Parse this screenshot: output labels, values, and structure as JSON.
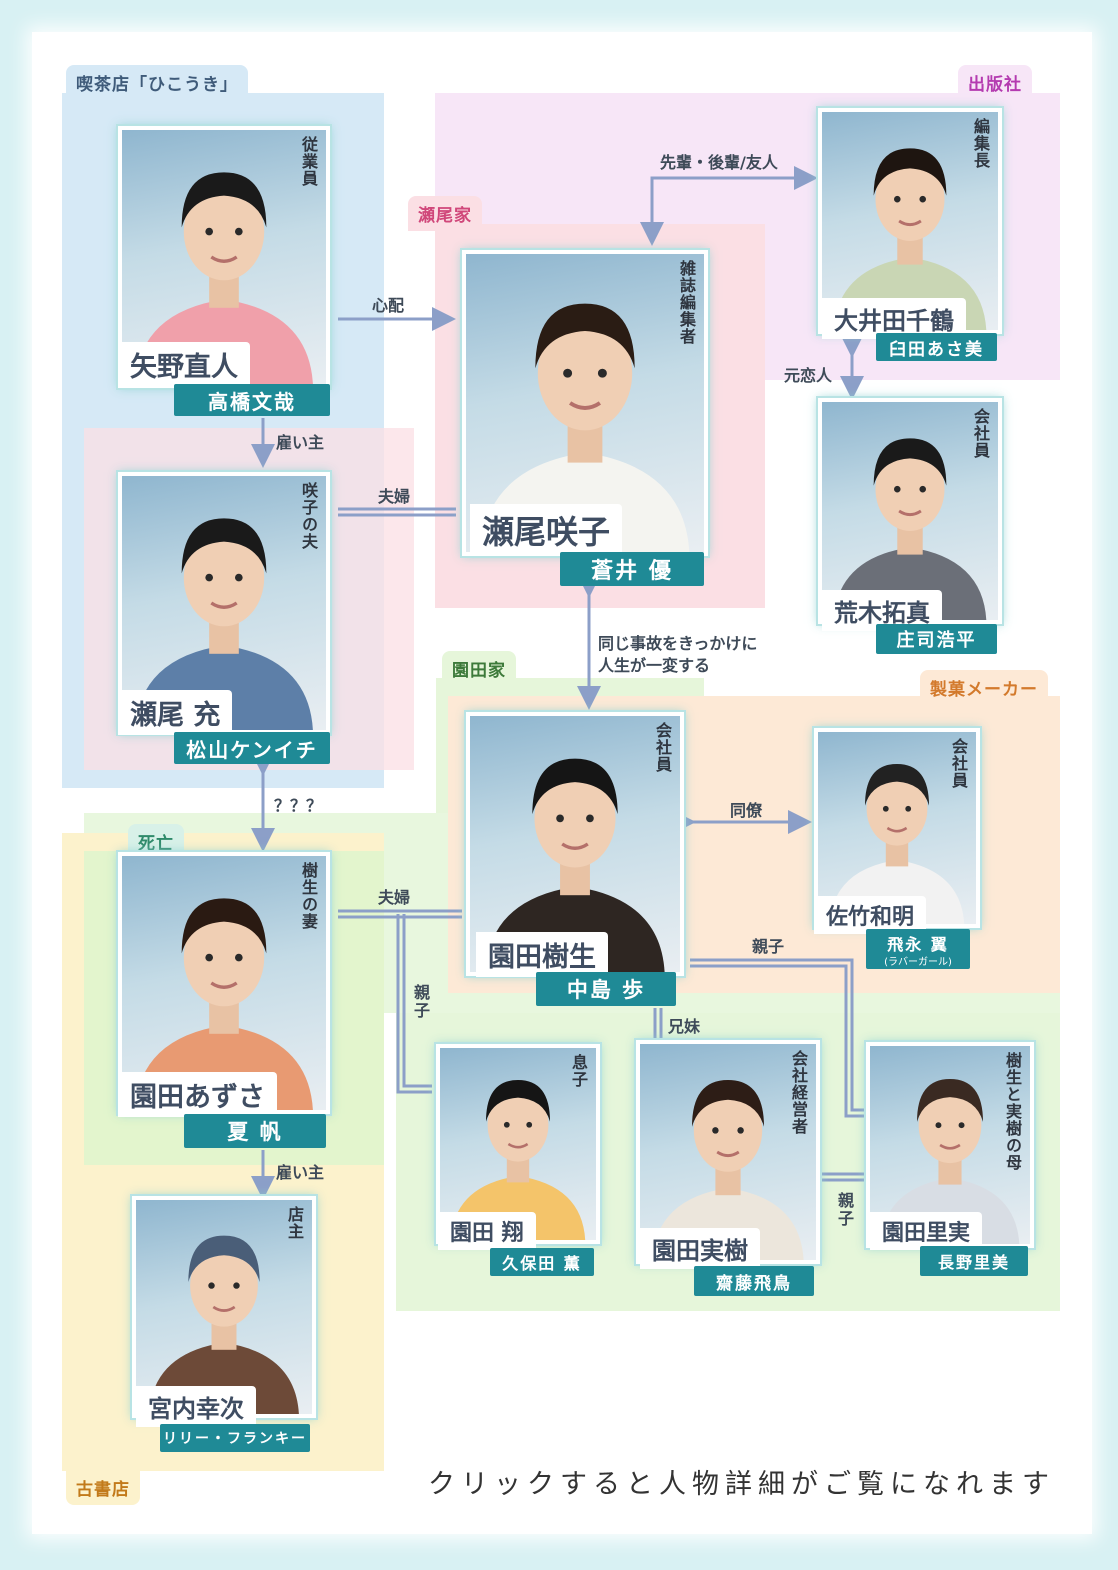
{
  "groups": [
    {
      "id": "kissaten",
      "label": "喫茶店「ひこうき」",
      "fill": "#d4e8f6",
      "label_bg": "#d4e8f6",
      "label_color": "#3f5b7a"
    },
    {
      "id": "shuppansha",
      "label": "出版社",
      "fill": "#f7e4f6",
      "label_bg": "#f7e4f6",
      "label_color": "#b43bb0"
    },
    {
      "id": "seoke",
      "label": "瀬尾家",
      "fill": "#fbdde2",
      "label_bg": "#fbdde2",
      "label_color": "#d0477a"
    },
    {
      "id": "sonodake",
      "label": "園田家",
      "fill": "#e4f6d8",
      "label_bg": "#e4f6d8",
      "label_color": "#3d7a3a"
    },
    {
      "id": "seika",
      "label": "製菓メーカー",
      "fill": "#fde8d4",
      "label_bg": "#fde8d4",
      "label_color": "#d37a2c"
    },
    {
      "id": "shibou",
      "label": "死亡",
      "fill": "#e2f5cc",
      "label_bg": "#d8f1e8",
      "label_color": "#2f8a6a"
    },
    {
      "id": "kosho",
      "label": "古書店",
      "fill": "#fcf2cc",
      "label_bg": "#fcf2cc",
      "label_color": "#c27a1a"
    }
  ],
  "people": [
    {
      "id": "yano",
      "role": "従業員",
      "character": "矢野直人",
      "actor": "高橋文哉",
      "actor_sub": "",
      "shirt": "#f0a0aa",
      "hair": "#1a1a1a"
    },
    {
      "id": "sakiko",
      "role": "雑誌編集者",
      "character": "瀬尾咲子",
      "actor": "蒼井 優",
      "actor_sub": "",
      "shirt": "#f4f4f0",
      "hair": "#2a1c14"
    },
    {
      "id": "ooida",
      "role": "編集長",
      "character": "大井田千鶴",
      "actor": "臼田あさ美",
      "actor_sub": "",
      "shirt": "#c9d6b4",
      "hair": "#1e1510"
    },
    {
      "id": "araki",
      "role": "会社員",
      "character": "荒木拓真",
      "actor": "庄司浩平",
      "actor_sub": "",
      "shirt": "#6b6f78",
      "hair": "#1a1a1a"
    },
    {
      "id": "mitsuru",
      "role": "咲子の夫",
      "character": "瀬尾 充",
      "actor": "松山ケンイチ",
      "actor_sub": "",
      "shirt": "#5d7fa8",
      "hair": "#1a1a1a"
    },
    {
      "id": "itsuki",
      "role": "会社員",
      "character": "園田樹生",
      "actor": "中島 歩",
      "actor_sub": "",
      "shirt": "#2e2622",
      "hair": "#151515"
    },
    {
      "id": "satake",
      "role": "会社員",
      "character": "佐竹和明",
      "actor": "飛永 翼",
      "actor_sub": "(ラバーガール)",
      "shirt": "#f2f2f2",
      "hair": "#222222"
    },
    {
      "id": "azusa",
      "role": "樹生の妻",
      "character": "園田あずさ",
      "actor": "夏 帆",
      "actor_sub": "",
      "shirt": "#e89a72",
      "hair": "#2a1a12"
    },
    {
      "id": "sho",
      "role": "息子",
      "character": "園田 翔",
      "actor": "久保田 薫",
      "actor_sub": "",
      "shirt": "#f4c46a",
      "hair": "#151515"
    },
    {
      "id": "miki",
      "role": "会社経営者",
      "character": "園田実樹",
      "actor": "齋藤飛鳥",
      "actor_sub": "",
      "shirt": "#ece6dc",
      "hair": "#2d1d16"
    },
    {
      "id": "satomi",
      "role": "樹生と実樹の母",
      "character": "園田里実",
      "actor": "長野里美",
      "actor_sub": "",
      "shirt": "#d8dde4",
      "hair": "#3a2a22"
    },
    {
      "id": "miyauchi",
      "role": "店主",
      "character": "宮内幸次",
      "actor": "リリー・フランキー",
      "actor_sub": "",
      "shirt": "#6d4a38",
      "hair": "#4a5e78"
    }
  ],
  "relations": {
    "shinpai": "心配",
    "senpai": "先輩・後輩/友人",
    "motokoibito": "元恋人",
    "yatoinushi1": "雇い主",
    "fuufu1": "夫婦",
    "onaji1": "同じ事故をきっかけに",
    "onaji2": "人生が一変する",
    "douryou": "同僚",
    "question": "？？？",
    "fuufu2": "夫婦",
    "oyako1": "親子",
    "oyako2": "親子",
    "oyako3": "親子",
    "kyoudai": "兄妹",
    "yatoinushi2": "雇い主"
  },
  "footer": "クリックすると人物詳細がご覧になれます",
  "colors": {
    "line": "#8c9fc8",
    "accent": "#1f8a96"
  }
}
